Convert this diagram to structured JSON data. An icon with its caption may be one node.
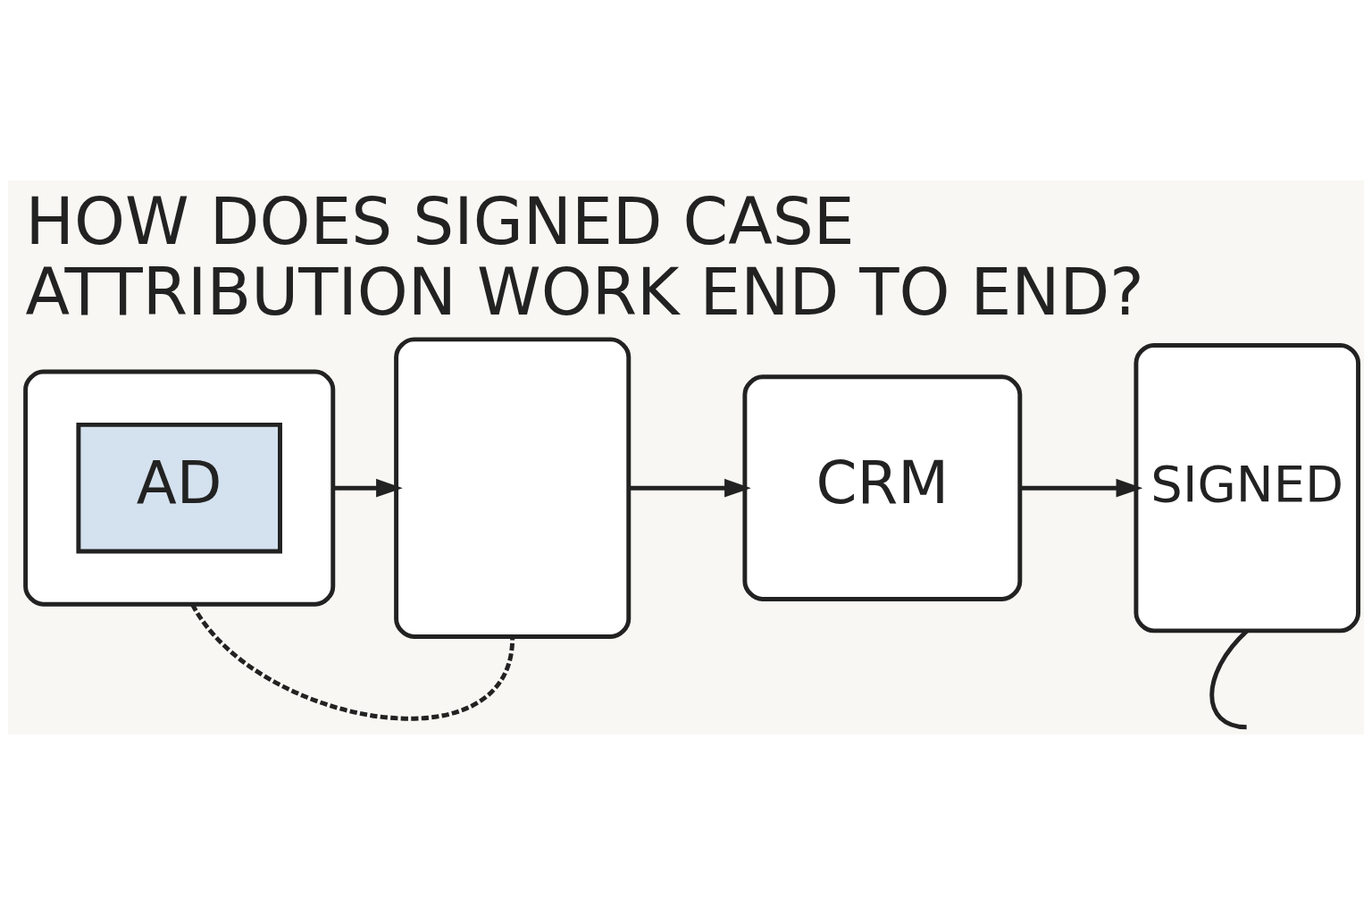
{
  "diagram": {
    "title": "HOW DOES SIGNED CASE ATTRIBUTION WORK END TO END?",
    "nodes": [
      {
        "text": [],
        "shape": "box"
      },
      {
        "text": [
          "AD"
        ],
        "in": 0
      },
      {
        "text": [],
        "shape": "box"
      },
      {
        "text": [
          "CRM"
        ]
      },
      {
        "text": [
          "SIGNED"
        ]
      }
    ],
    "edges": [
      {
        "from": 0,
        "to": 2,
        "arrow": "to"
      },
      {
        "from": 2,
        "to": 3,
        "arrow": "to"
      },
      {
        "from": 3,
        "to": 4,
        "arrow": "to"
      },
      {
        "from": 0,
        "to": 2,
        "arrow": "none",
        "style": "dashed"
      },
      {
        "from": 4,
        "to": null,
        "arrow": "none"
      }
    ]
  }
}
